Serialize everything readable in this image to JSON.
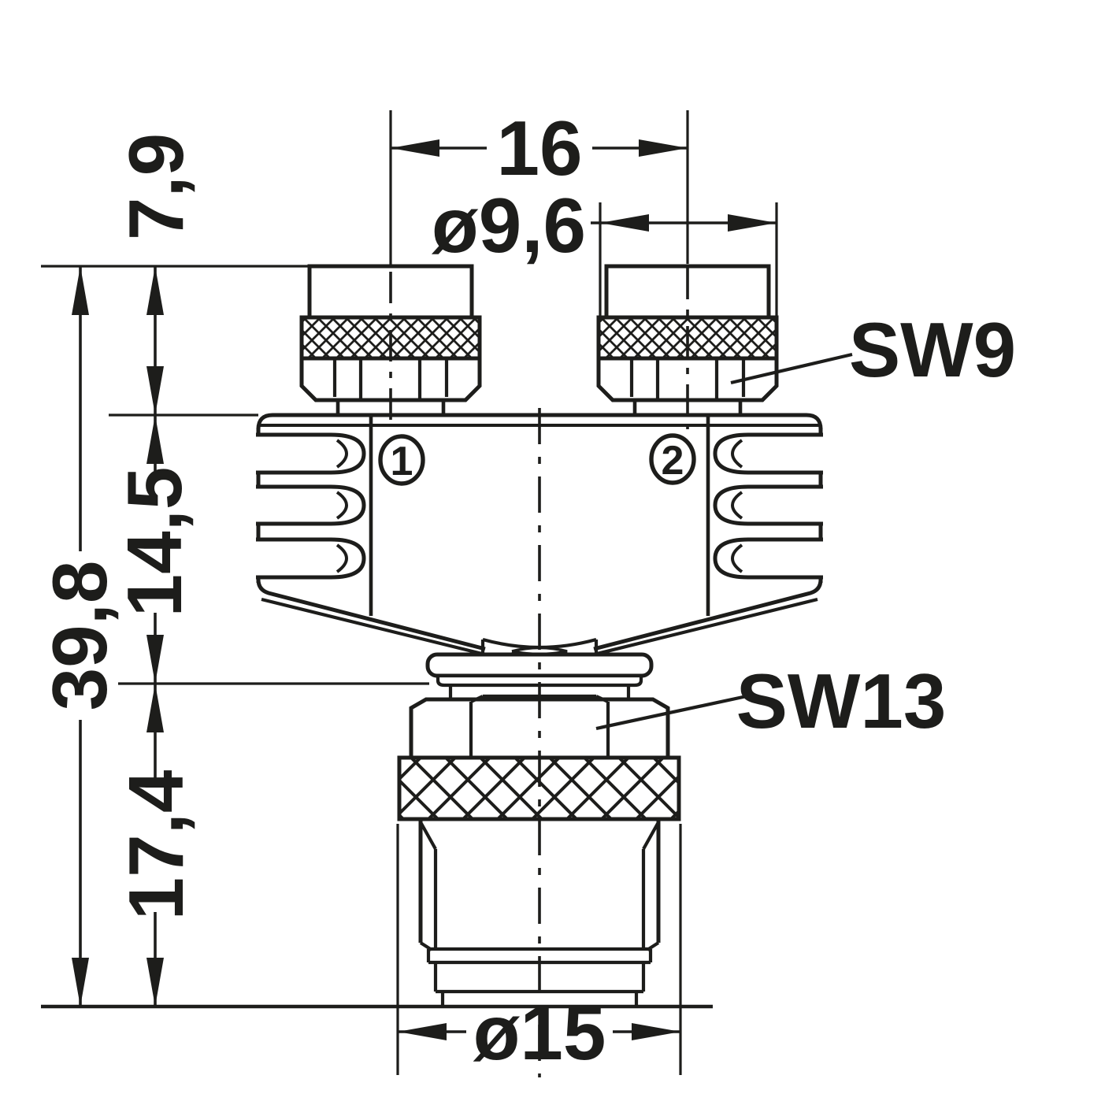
{
  "drawing": {
    "kind": "technical-dimension-drawing",
    "line_color": "#1d1d1b",
    "background_color": "#ffffff",
    "labels": {
      "dim_pitch": "16",
      "dim_m8_diameter": "ø9,6",
      "dim_m8_height": "7,9",
      "dim_body_height": "14,5",
      "dim_total_height": "39,8",
      "dim_lower_height": "17,4",
      "dim_knurl_diameter": "ø15",
      "wrench_top": "SW9",
      "wrench_bottom": "SW13",
      "port1": "1",
      "port2": "2"
    }
  }
}
